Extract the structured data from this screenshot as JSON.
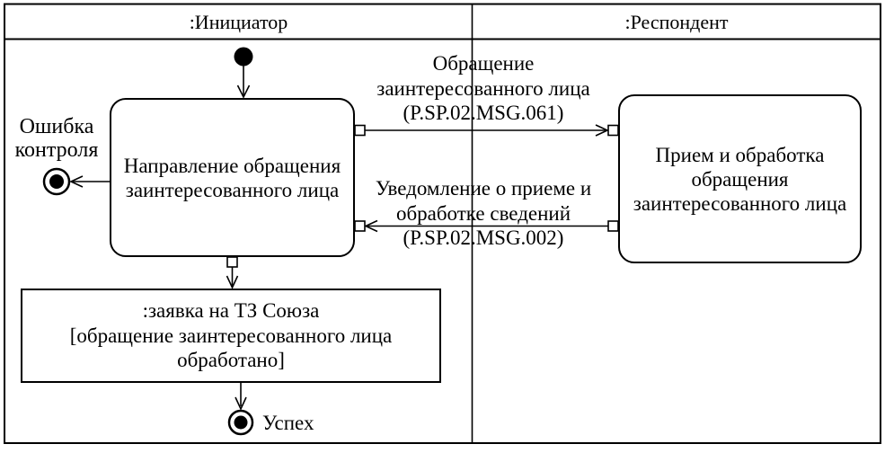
{
  "diagram": {
    "lanes": [
      {
        "label": ":Инициатор"
      },
      {
        "label": ":Респондент"
      }
    ],
    "activities": [
      {
        "lines": [
          "Направление обращения",
          "заинтересованного лица"
        ]
      },
      {
        "lines": [
          "Прием и обработка",
          "обращения",
          "заинтересованного лица"
        ]
      }
    ],
    "object_node": {
      "lines": [
        ":заявка на ТЗ Союза",
        "[обращение заинтересованного лица",
        "обработано]"
      ]
    },
    "messages": [
      {
        "lines": [
          "Обращение",
          "заинтересованного лица",
          "(P.SP.02.MSG.061)"
        ]
      },
      {
        "lines": [
          "Уведомление о приеме и",
          "обработке сведений",
          "(P.SP.02.MSG.002)"
        ]
      }
    ],
    "finals": {
      "error": {
        "lines": [
          "Ошибка",
          "контроля"
        ]
      },
      "success": {
        "label": "Успех"
      }
    },
    "colors": {
      "stroke": "#000000",
      "background": "#ffffff"
    }
  }
}
